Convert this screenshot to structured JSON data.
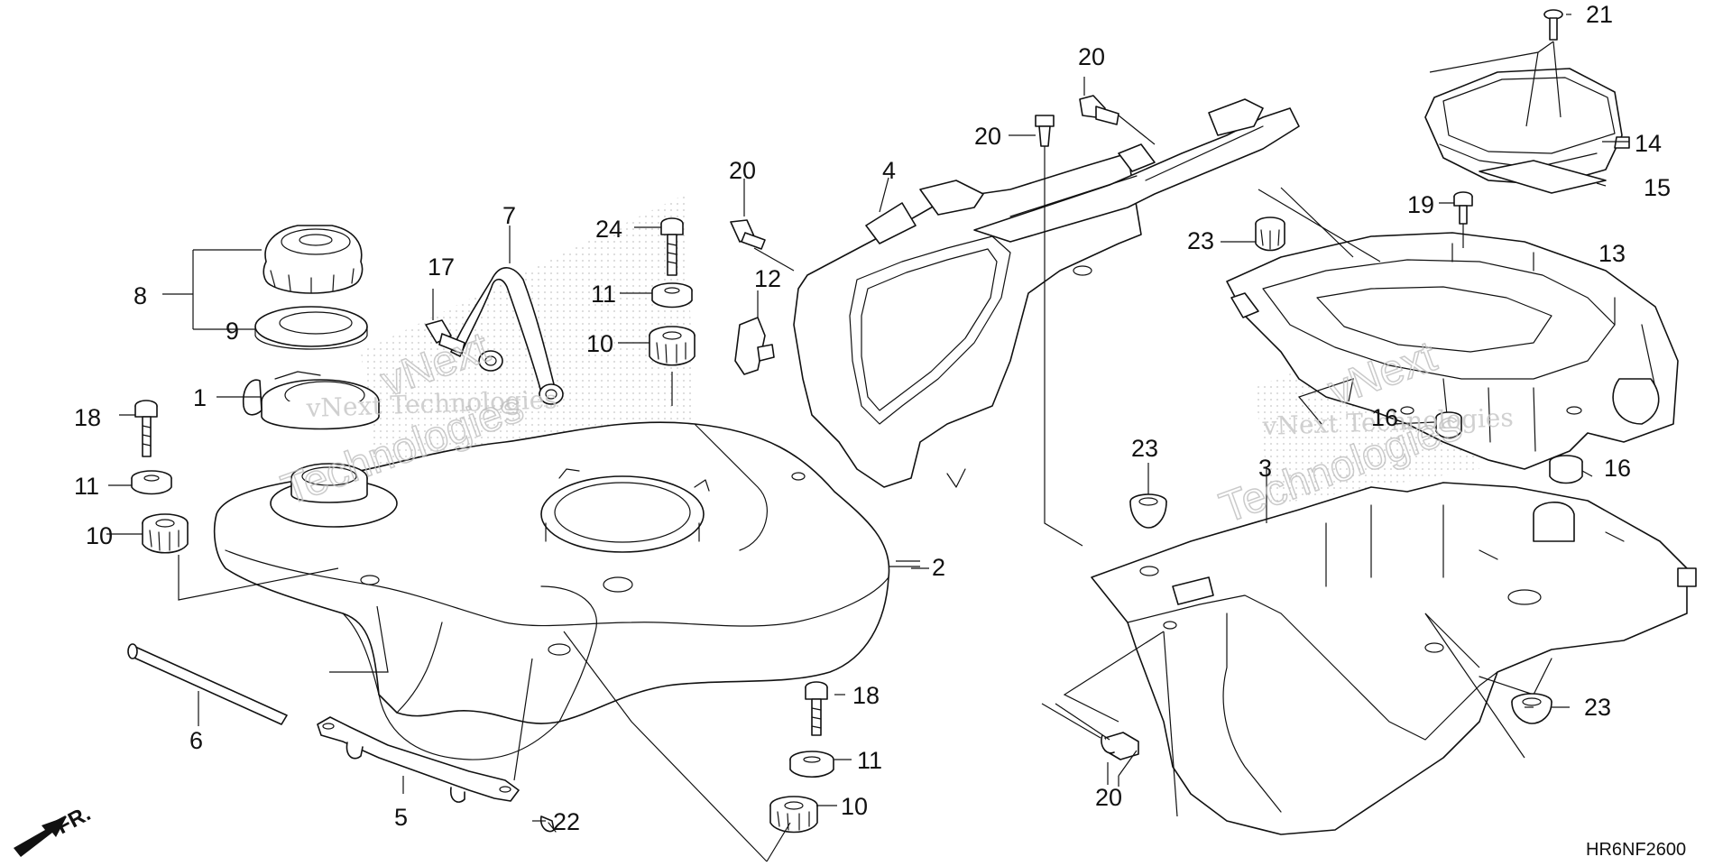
{
  "diagram": {
    "code": "HR6NF2600",
    "front_label": "FR.",
    "watermark_text": "vNext Technologies",
    "watermark_word_1": "vNext",
    "watermark_word_2": "Technologies",
    "callouts": {
      "c1": "1",
      "c2": "2",
      "c3": "3",
      "c4": "4",
      "c5": "5",
      "c6": "6",
      "c7": "7",
      "c8": "8",
      "c9": "9",
      "c10a": "10",
      "c10b": "10",
      "c10c": "10",
      "c11a": "11",
      "c11b": "11",
      "c11c": "11",
      "c12": "12",
      "c13": "13",
      "c14": "14",
      "c15": "15",
      "c16a": "16",
      "c16b": "16",
      "c17": "17",
      "c18a": "18",
      "c18b": "18",
      "c19": "19",
      "c20a": "20",
      "c20b": "20",
      "c20c": "20",
      "c20d": "20",
      "c21": "21",
      "c22": "22",
      "c23a": "23",
      "c23b": "23",
      "c23c": "23",
      "c24": "24"
    }
  }
}
